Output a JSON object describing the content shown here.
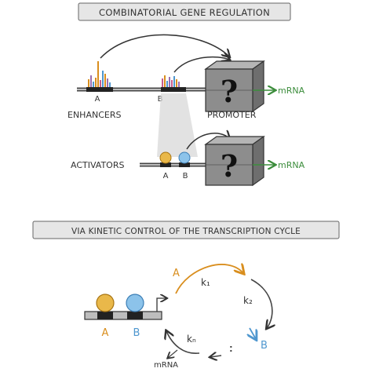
{
  "top_title": "COMBINATORIAL GENE REGULATION",
  "bottom_title": "VIA KINETIC CONTROL OF THE TRANSCRIPTION CYCLE",
  "labels": {
    "enhancer_a": "A",
    "enhancer_b": "B",
    "enhancers": "ENHANCERS",
    "promoter": "PROMOTER",
    "mrna_top": "mRNA",
    "activators": "ACTIVATORS",
    "activator_a": "A",
    "activator_b": "B",
    "mrna_mid": "mRNA",
    "question_top": "?",
    "question_mid": "?",
    "cycle_a": "A",
    "cycle_b": "B",
    "k1": "k₁",
    "k2": "k₂",
    "kn": "kₙ",
    "dots": ":",
    "bottom_a": "A",
    "bottom_b": "B",
    "mrna_bottom": "mRNA"
  },
  "colors": {
    "orange": "#d98e1e",
    "blue": "#4f97cf",
    "green": "#3c8d3c",
    "gray_dark": "#444444",
    "box_fill": "#8d8d8d",
    "banner_fill": "#e6e6e6"
  }
}
